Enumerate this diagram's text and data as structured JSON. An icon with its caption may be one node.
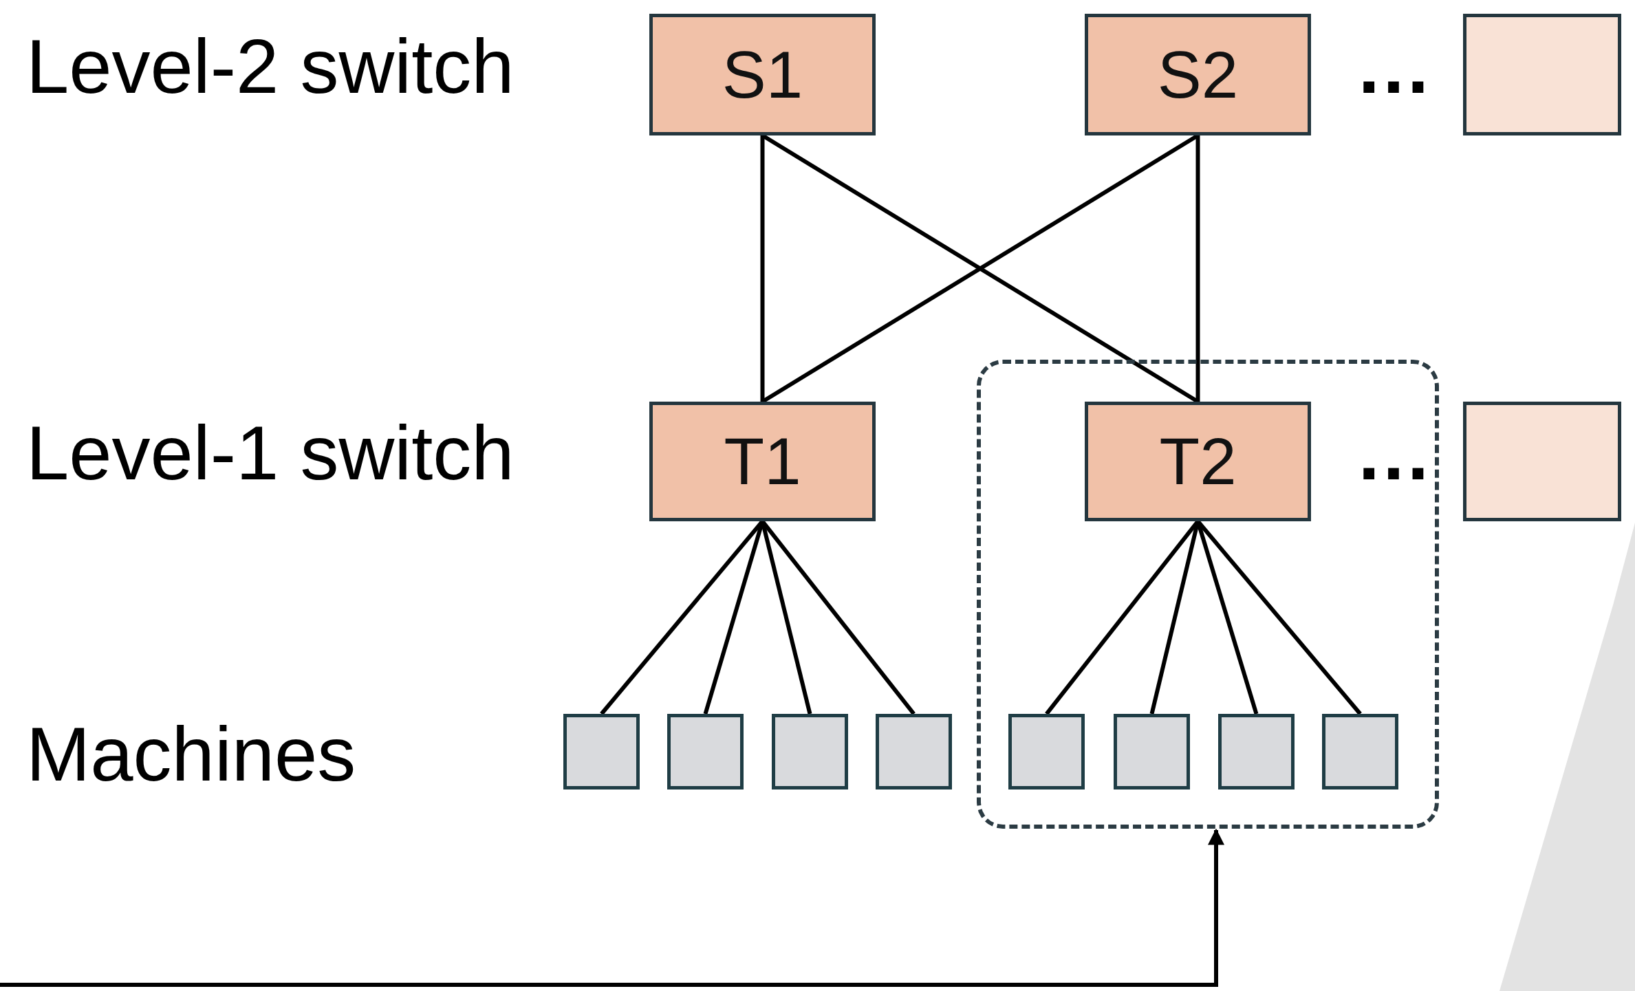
{
  "diagram": {
    "nodes": [
      {
        "text": [
          "S1"
        ]
      },
      {
        "text": [
          "S2"
        ]
      },
      {
        "text": [],
        "shape": "box"
      },
      {
        "text": [
          "T1"
        ]
      },
      {
        "text": [],
        "shape": "box"
      },
      {
        "text": [
          "T2"
        ],
        "in": 4
      },
      {
        "text": [],
        "shape": "box"
      },
      {
        "text": [],
        "shape": "box"
      },
      {
        "text": [],
        "shape": "box"
      },
      {
        "text": [],
        "shape": "box"
      },
      {
        "text": [],
        "shape": "box"
      },
      {
        "text": [],
        "shape": "box",
        "in": 4
      },
      {
        "text": [],
        "shape": "box",
        "in": 4
      },
      {
        "text": [],
        "shape": "box",
        "in": 4
      },
      {
        "text": [],
        "shape": "box",
        "in": 4
      }
    ],
    "edges": [
      {
        "from": 0,
        "to": 3,
        "arrow": "none"
      },
      {
        "from": 0,
        "to": 5,
        "arrow": "none"
      },
      {
        "from": 1,
        "to": 3,
        "arrow": "none"
      },
      {
        "from": 1,
        "to": 5,
        "arrow": "none"
      },
      {
        "from": 3,
        "to": 7,
        "arrow": "none"
      },
      {
        "from": 3,
        "to": 8,
        "arrow": "none"
      },
      {
        "from": 3,
        "to": 9,
        "arrow": "none"
      },
      {
        "from": 3,
        "to": 10,
        "arrow": "none"
      },
      {
        "from": 5,
        "to": 11,
        "arrow": "none"
      },
      {
        "from": 5,
        "to": 12,
        "arrow": "none"
      },
      {
        "from": 5,
        "to": 13,
        "arrow": "none"
      },
      {
        "from": 5,
        "to": 14,
        "arrow": "none"
      },
      {
        "from": null,
        "to": 4,
        "arrow": "to"
      }
    ],
    "labels": [
      "Level-2 switch",
      "…",
      "Level-1 switch",
      "…",
      "Machines"
    ]
  }
}
